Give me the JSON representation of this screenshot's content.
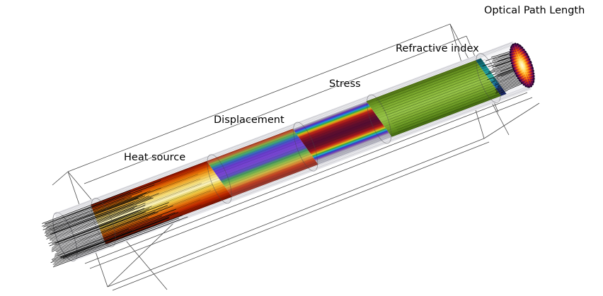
{
  "figure": {
    "background": "#ffffff",
    "wireframe_color": "#4a4a4a",
    "rays_color": "#0a0a0a",
    "labels": [
      {
        "id": "heat-source",
        "text": "Heat source"
      },
      {
        "id": "displacement",
        "text": "Displacement"
      },
      {
        "id": "stress",
        "text": "Stress"
      },
      {
        "id": "refractive-index",
        "text": "Refractive index"
      },
      {
        "id": "optical-path-length",
        "text": "Optical Path Length"
      }
    ],
    "sections": [
      {
        "name": "Heat source",
        "colormap": "thermal",
        "primary_color": "#f4b93c"
      },
      {
        "name": "Displacement",
        "colormap": "rainbow",
        "primary_color": "#7a46d2"
      },
      {
        "name": "Stress",
        "colormap": "rainbow",
        "primary_color": "#5e0e2e"
      },
      {
        "name": "Refractive index",
        "colormap": "green",
        "primary_color": "#8cba3c"
      },
      {
        "name": "Optical Path Length",
        "colormap": "inferno-dots",
        "primary_color": "#ffb22e"
      }
    ],
    "gradients": {
      "glass": [
        [
          0,
          "#e6e6ea"
        ],
        [
          0.06,
          "#f4f4f6"
        ],
        [
          0.5,
          "#fdfdfe"
        ],
        [
          0.93,
          "#f1f1f4"
        ],
        [
          1,
          "#e2e2e6"
        ]
      ],
      "heat": [
        [
          0,
          "#6e0f00"
        ],
        [
          0.05,
          "#a81e00"
        ],
        [
          0.12,
          "#cf4400"
        ],
        [
          0.2,
          "#ea7e08"
        ],
        [
          0.3,
          "#f4b93c"
        ],
        [
          0.4,
          "#f6e07e"
        ],
        [
          0.5,
          "#faf3c0"
        ],
        [
          0.58,
          "#f2d750"
        ],
        [
          0.68,
          "#ec9f24"
        ],
        [
          0.78,
          "#dd5c04"
        ],
        [
          0.88,
          "#bb2500"
        ],
        [
          1,
          "#690e00"
        ]
      ],
      "displacement": [
        [
          0,
          "#93331f"
        ],
        [
          0.05,
          "#c35f35"
        ],
        [
          0.1,
          "#87ac42"
        ],
        [
          0.16,
          "#3ba478"
        ],
        [
          0.22,
          "#3a62c4"
        ],
        [
          0.3,
          "#683bcb"
        ],
        [
          0.42,
          "#7a46d2"
        ],
        [
          0.52,
          "#5a52bc"
        ],
        [
          0.58,
          "#459a62"
        ],
        [
          0.66,
          "#84b84c"
        ],
        [
          0.73,
          "#c9bb4a"
        ],
        [
          0.79,
          "#d98934"
        ],
        [
          0.85,
          "#c44423"
        ],
        [
          0.92,
          "#a23527"
        ],
        [
          1,
          "#8c3a30"
        ]
      ],
      "stress": [
        [
          0,
          "#c6c6ce"
        ],
        [
          0.035,
          "#8f86a2"
        ],
        [
          0.06,
          "#7034b4"
        ],
        [
          0.09,
          "#2d46d6"
        ],
        [
          0.12,
          "#25aed6"
        ],
        [
          0.15,
          "#2fa43e"
        ],
        [
          0.18,
          "#d2ca1e"
        ],
        [
          0.21,
          "#df7e16"
        ],
        [
          0.245,
          "#c22817"
        ],
        [
          0.31,
          "#8c1220"
        ],
        [
          0.42,
          "#5e0e2e"
        ],
        [
          0.5,
          "#550c31"
        ],
        [
          0.58,
          "#661028"
        ],
        [
          0.645,
          "#9a151e"
        ],
        [
          0.68,
          "#c52e16"
        ],
        [
          0.71,
          "#de7916"
        ],
        [
          0.74,
          "#d5cc20"
        ],
        [
          0.77,
          "#36a63e"
        ],
        [
          0.8,
          "#27abd4"
        ],
        [
          0.83,
          "#2e46cf"
        ],
        [
          0.86,
          "#7136b2"
        ],
        [
          0.895,
          "#9e97b0"
        ],
        [
          0.94,
          "#bcbcc6"
        ],
        [
          1,
          "#a9a9b6"
        ]
      ],
      "refractive": [
        [
          0,
          "#4c6c14"
        ],
        [
          0.1,
          "#65901f"
        ],
        [
          0.22,
          "#7aa82c"
        ],
        [
          0.38,
          "#8cba3c"
        ],
        [
          0.52,
          "#97c44a"
        ],
        [
          0.65,
          "#87b338"
        ],
        [
          0.78,
          "#71a028"
        ],
        [
          0.9,
          "#5a861a"
        ],
        [
          1,
          "#3f6210"
        ]
      ],
      "teal_end": [
        [
          0,
          "#0a4a56"
        ],
        [
          0.25,
          "#178f96"
        ],
        [
          0.5,
          "#2fb0a4"
        ],
        [
          0.7,
          "#1a6fa6"
        ],
        [
          0.85,
          "#273f9e"
        ],
        [
          1,
          "#131c52"
        ]
      ]
    },
    "end_cap": {
      "core": [
        [
          0,
          "#fffbe6"
        ],
        [
          0.22,
          "#ffe47e"
        ],
        [
          0.42,
          "#ffb22e"
        ],
        [
          0.6,
          "#f36a0e"
        ],
        [
          0.73,
          "#cf2c0a"
        ],
        [
          0.84,
          "#8c1150"
        ],
        [
          0.93,
          "#430748"
        ],
        [
          1,
          "#190323"
        ]
      ],
      "rings": [
        "#190323",
        "#3c0545",
        "#6e0b62",
        "#a3154f",
        "#d23b1c",
        "#ef7c0c",
        "#ffac24",
        "#ffd55c",
        "#fff0a0"
      ]
    }
  }
}
